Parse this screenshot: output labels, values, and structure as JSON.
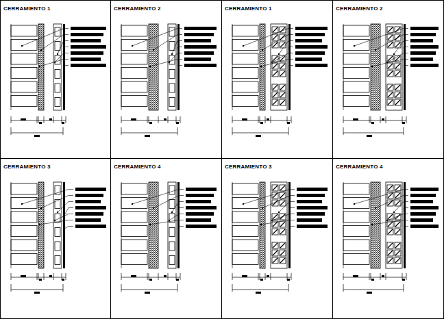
{
  "diagram": {
    "nodes": [
      {
        "text": [
          "CERRAMIENTO 1"
        ]
      },
      {
        "text": [
          "CERRAMIENTO 2"
        ]
      },
      {
        "text": [
          "CERRAMIENTO 1"
        ]
      },
      {
        "text": [
          "CERRAMIENTO 2"
        ]
      },
      {
        "text": [
          "CERRAMIENTO 3"
        ]
      },
      {
        "text": [
          "CERRAMIENTO 4"
        ]
      },
      {
        "text": [
          "CERRAMIENTO 3"
        ]
      },
      {
        "text": [
          "CERRAMIENTO 4"
        ]
      }
    ]
  }
}
